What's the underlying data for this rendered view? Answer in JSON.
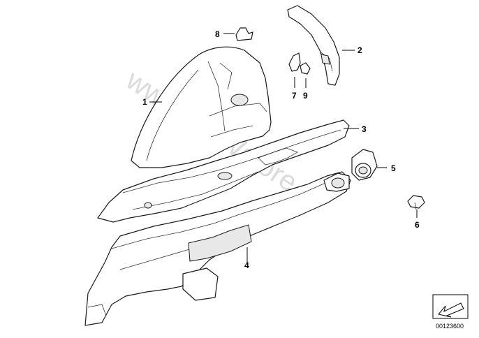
{
  "watermark": "www.BMWstore.pl",
  "callouts": [
    "1",
    "2",
    "3",
    "4",
    "5",
    "6",
    "7",
    "8",
    "9"
  ],
  "reference_number": "00123600"
}
